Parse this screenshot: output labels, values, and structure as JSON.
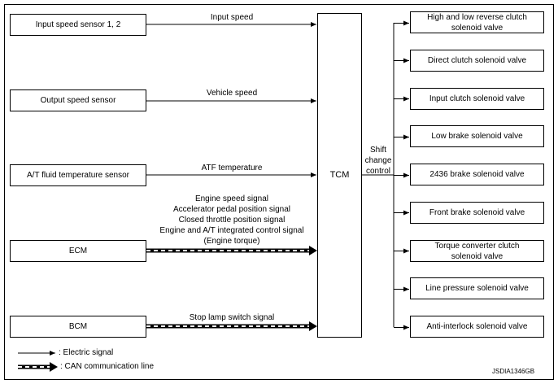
{
  "inputs": [
    {
      "label": "Input speed sensor 1, 2",
      "signal": "Input speed"
    },
    {
      "label": "Output speed sensor",
      "signal": "Vehicle speed"
    },
    {
      "label": "A/T fluid temperature sensor",
      "signal": "ATF temperature"
    },
    {
      "label": "ECM",
      "signal_lines": [
        "Engine speed signal",
        "Accelerator pedal position signal",
        "Closed throttle position signal",
        "Engine and A/T integrated control signal",
        "(Engine torque)"
      ]
    },
    {
      "label": "BCM",
      "signal": "Stop lamp switch signal"
    }
  ],
  "tcm": {
    "label": "TCM",
    "output_label_lines": [
      "Shift",
      "change",
      "control"
    ]
  },
  "outputs": [
    [
      "High and low reverse clutch",
      "solenoid valve"
    ],
    [
      "Direct clutch solenoid valve"
    ],
    [
      "Input clutch solenoid valve"
    ],
    [
      "Low brake solenoid valve"
    ],
    [
      "2436 brake solenoid valve"
    ],
    [
      "Front brake solenoid valve"
    ],
    [
      "Torque converter clutch",
      "solenoid valve"
    ],
    [
      "Line pressure solenoid valve"
    ],
    [
      "Anti-interlock solenoid valve"
    ]
  ],
  "legend": {
    "electric": ": Electric signal",
    "can": ": CAN communication line"
  },
  "code": "JSDIA1346GB"
}
